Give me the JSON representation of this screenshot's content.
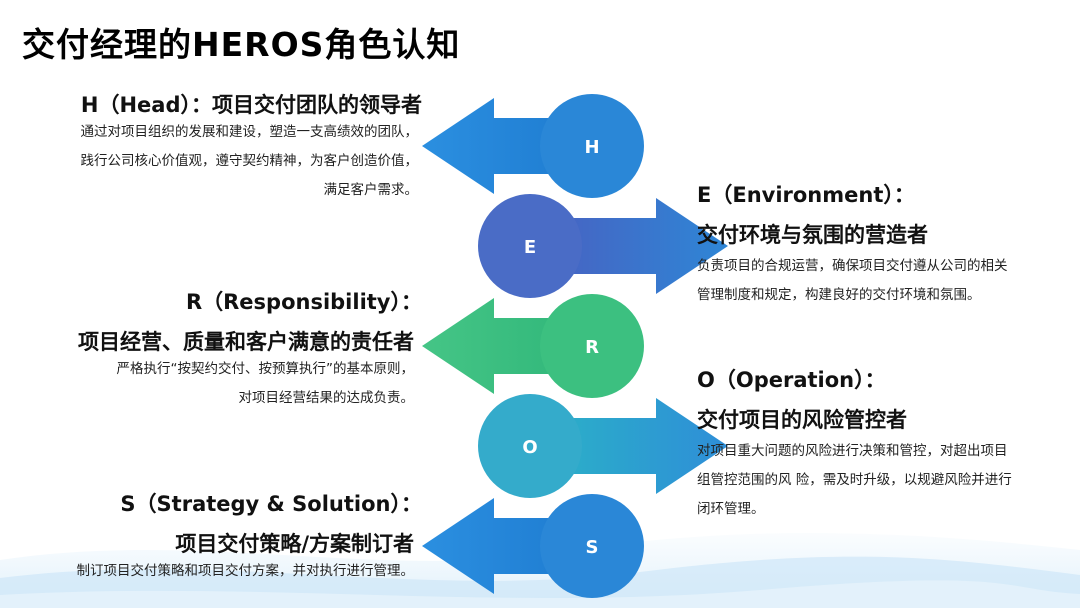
{
  "title": "交付经理的HEROS角色认知",
  "roles": [
    {
      "letter": "H",
      "heading": "H（Head）：项目交付团队的领导者",
      "subtitle": "",
      "desc_lines": [
        "通过对项目组织的发展和建设，塑造一支高绩效的团队，",
        "践行公司核心价值观，遵守契约精神，为客户创造价值，",
        "满足客户需求。"
      ],
      "color": "#2E86D6",
      "arrow_direction": "left"
    },
    {
      "letter": "E",
      "heading": "E（Environment）：",
      "subtitle": "交付环境与氛围的营造者",
      "desc_lines": [
        "负责项目的合规运营，确保项目交付遵从公司的相关",
        "管理制度和规定，构建良好的交付环境和氛围。"
      ],
      "color": "#3E6FC4",
      "arrow_direction": "right"
    },
    {
      "letter": "R",
      "heading": "R（Responsibility）：",
      "subtitle": "项目经营、质量和客户满意的责任者",
      "desc_lines": [
        "严格执行“按契约交付、按预算执行”的基本原则，",
        "对项目经营结果的达成负责。"
      ],
      "color": "#3CBE7E",
      "arrow_direction": "left"
    },
    {
      "letter": "O",
      "heading": "O（Operation）：",
      "subtitle": "交付项目的风险管控者",
      "desc_lines": [
        "对项目重大问题的风险进行决策和管控，对超出项目",
        "组管控范围的风 险，需及时升级，以规避风险并进行",
        "闭环管理。"
      ],
      "color": "#2FA3CF",
      "arrow_direction": "right"
    },
    {
      "letter": "S",
      "heading": "S（Strategy & Solution）：",
      "subtitle": "项目交付策略/方案制订者",
      "desc_lines": [
        "制订项目交付策略和项目交付方案，并对执行进行管理。"
      ],
      "color": "#2E86D6",
      "arrow_direction": "left"
    }
  ]
}
